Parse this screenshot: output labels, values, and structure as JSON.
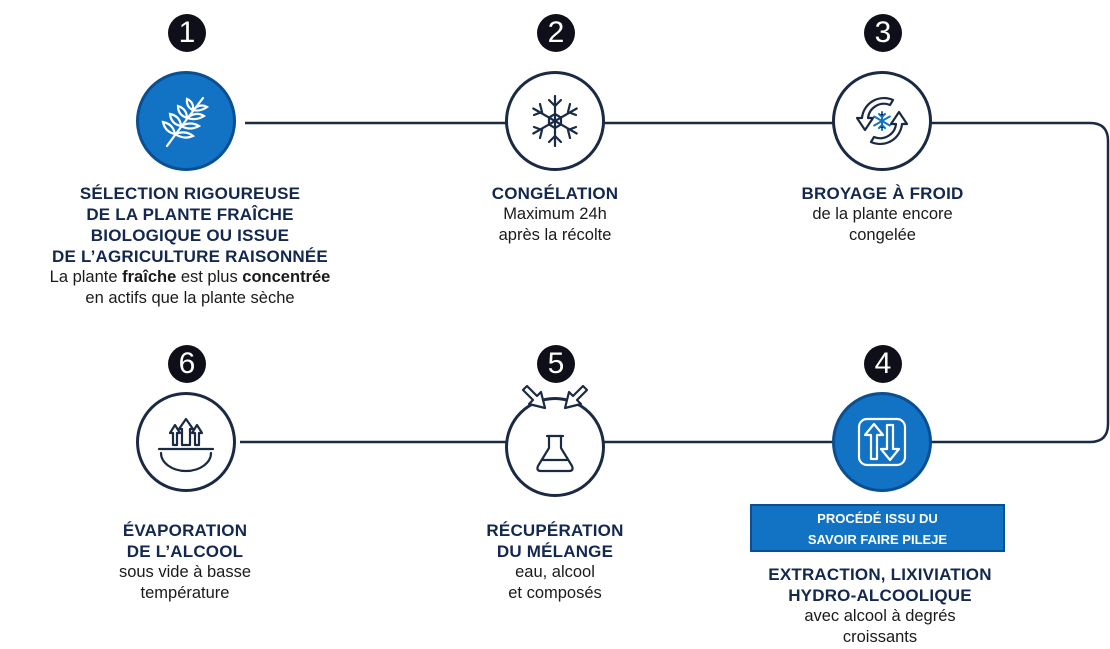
{
  "steps": [
    {
      "number": "1",
      "title_lines": [
        "SÉLECTION RIGOUREUSE",
        "DE LA PLANTE FRAÎCHE",
        "BIOLOGIQUE OU ISSUE",
        "DE L’AGRICULTURE RAISONNÉE"
      ],
      "desc_parts": [
        "La plante ",
        "fraîche",
        " est plus ",
        "concentrée"
      ],
      "desc_line2": "en actifs que la plante sèche",
      "icon": "wheat-icon"
    },
    {
      "number": "2",
      "title_lines": [
        "CONGÉLATION"
      ],
      "desc_lines": [
        "Maximum 24h",
        "après la récolte"
      ],
      "icon": "snowflake-icon"
    },
    {
      "number": "3",
      "title_lines": [
        "BROYAGE À FROID"
      ],
      "desc_lines": [
        "de la plante encore",
        "congelée"
      ],
      "icon": "cycle-snowflake-icon"
    },
    {
      "number": "4",
      "title_lines": [
        "EXTRACTION, LIXIVIATION",
        "HYDRO-ALCOOLIQUE"
      ],
      "desc_lines": [
        "avec alcool à degrés",
        "croissants"
      ],
      "icon": "up-down-arrows-icon"
    },
    {
      "number": "5",
      "title_lines": [
        "RÉCUPÉRATION",
        "DU MÉLANGE"
      ],
      "desc_lines": [
        "eau, alcool",
        "et composés"
      ],
      "icon": "flask-icon"
    },
    {
      "number": "6",
      "title_lines": [
        "ÉVAPORATION",
        "DE L’ALCOOL"
      ],
      "desc_lines": [
        "sous vide à basse",
        "température"
      ],
      "icon": "evaporation-icon"
    }
  ],
  "banner": {
    "lines": [
      "PROCÉDÉ ISSU DU",
      "SAVOIR FAIRE PILEJE"
    ]
  },
  "colors": {
    "accent": "#1272c4",
    "title": "#13284f",
    "badge": "#0f0f1a",
    "line": "#1b2a44"
  }
}
